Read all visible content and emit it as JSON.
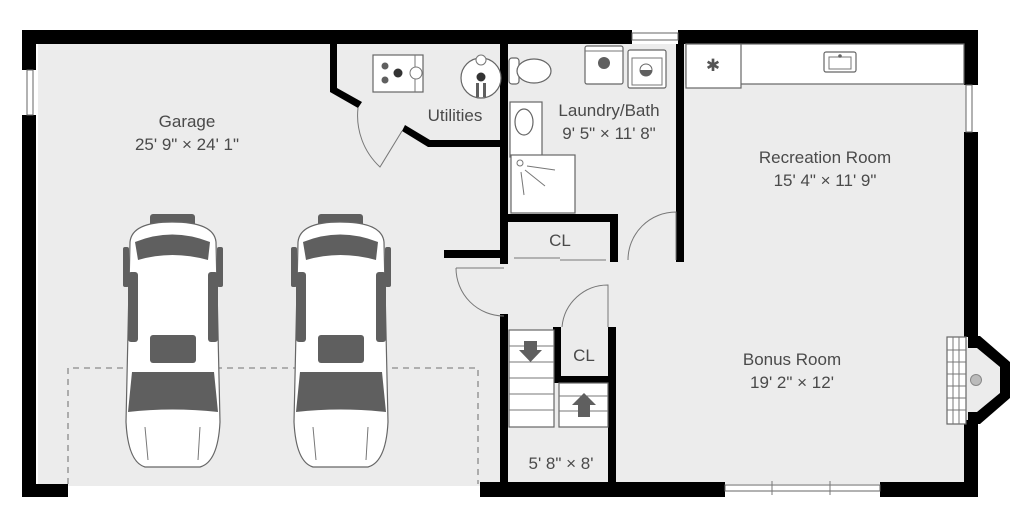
{
  "floorplan": {
    "rooms": [
      {
        "id": "garage",
        "name": "Garage",
        "dimensions": "25' 9\" × 24' 1\""
      },
      {
        "id": "utilities",
        "name": "Utilities",
        "dimensions": ""
      },
      {
        "id": "laundry-bath",
        "name": "Laundry/Bath",
        "dimensions": "9' 5\" × 11' 8\""
      },
      {
        "id": "recreation",
        "name": "Recreation Room",
        "dimensions": "15' 4\" × 11' 9\""
      },
      {
        "id": "bonus",
        "name": "Bonus Room",
        "dimensions": "19' 2\" × 12'"
      },
      {
        "id": "closet-1",
        "name": "CL",
        "dimensions": ""
      },
      {
        "id": "closet-2",
        "name": "CL",
        "dimensions": ""
      },
      {
        "id": "stair",
        "name": "",
        "dimensions": "5' 8\" × 8'"
      }
    ],
    "fixtures": [
      "car-icon",
      "car-icon",
      "furnace-icon",
      "water-heater-icon",
      "toilet-icon",
      "sink-icon",
      "shower-icon",
      "washer-icon",
      "dryer-icon",
      "kitchen-sink-icon",
      "fan-icon",
      "fireplace-icon",
      "stair-down-icon",
      "stair-up-icon"
    ],
    "colors": {
      "wall": "#000000",
      "floor": "#ececec",
      "fixture_dark": "#5f5f5f",
      "text": "#4a4a4a"
    }
  }
}
